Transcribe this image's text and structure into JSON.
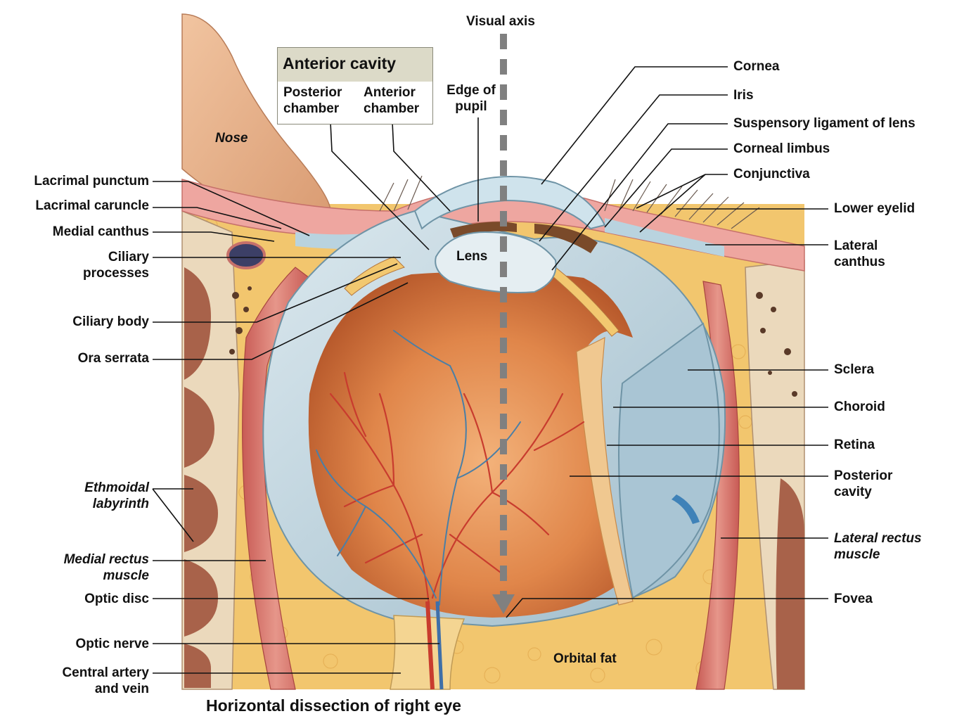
{
  "title": "Horizontal dissection of right eye",
  "box": {
    "heading": "Anterior cavity",
    "left_col": [
      "Posterior",
      "chamber"
    ],
    "right_col": [
      "Anterior",
      "chamber"
    ]
  },
  "labels": {
    "visual_axis": "Visual axis",
    "edge_of_pupil": [
      "Edge of",
      "pupil"
    ],
    "nose": "Nose",
    "lens": "Lens",
    "orbital_fat": "Orbital fat",
    "lacrimal_punctum": "Lacrimal punctum",
    "lacrimal_caruncle": "Lacrimal caruncle",
    "medial_canthus": "Medial canthus",
    "ciliary_processes": [
      "Ciliary",
      "processes"
    ],
    "ciliary_body": "Ciliary body",
    "ora_serrata": "Ora serrata",
    "ethmoidal_labyrinth": [
      "Ethmoidal",
      "labyrinth"
    ],
    "medial_rectus_muscle": [
      "Medial rectus",
      "muscle"
    ],
    "optic_disc": "Optic disc",
    "optic_nerve": "Optic nerve",
    "central_artery_vein": [
      "Central artery",
      "and vein"
    ],
    "cornea": "Cornea",
    "iris": "Iris",
    "suspensory_ligament": "Suspensory ligament of lens",
    "corneal_limbus": "Corneal limbus",
    "conjunctiva": "Conjunctiva",
    "lower_eyelid": "Lower eyelid",
    "lateral_canthus": [
      "Lateral",
      "canthus"
    ],
    "sclera": "Sclera",
    "choroid": "Choroid",
    "retina": "Retina",
    "posterior_cavity": [
      "Posterior",
      "cavity"
    ],
    "lateral_rectus_muscle": [
      "Lateral rectus",
      "muscle"
    ],
    "fovea": "Fovea"
  },
  "colors": {
    "fat": "#f2c66e",
    "bone": "#ebd9bc",
    "muscle": "#d9736b",
    "sclera": "#b9d3df",
    "retina_interior": "#e0864a",
    "vessel_red": "#c83c2e",
    "vessel_blue": "#4a7fa6",
    "axis_arrow": "#808080"
  }
}
